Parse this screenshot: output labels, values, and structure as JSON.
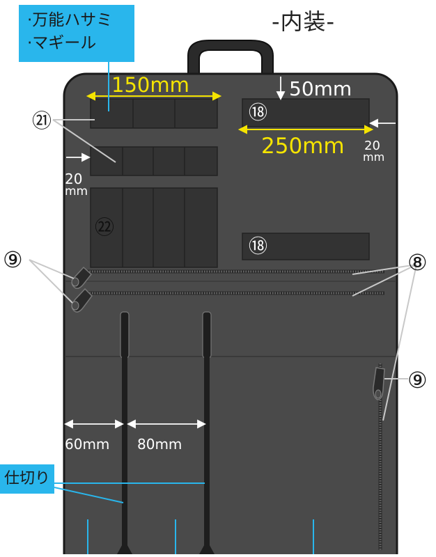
{
  "title": "-内装-",
  "tool_label": {
    "line1": "·万能ハサミ",
    "line2": "·マギール"
  },
  "divider_label": "仕切り",
  "dimensions": {
    "top_width": "150mm",
    "top_margin": "50mm",
    "pocket_width": "250mm",
    "right_margin_num": "20",
    "right_margin_unit": "mm",
    "left_margin_num": "20",
    "left_margin_unit": "mm",
    "divider_left": "60mm",
    "divider_gap": "80mm"
  },
  "callouts": {
    "c21": "㉑",
    "c22": "㉒",
    "c18_top": "⑱",
    "c18_bottom": "⑱",
    "c9_left": "⑨",
    "c9_right": "⑨",
    "c8": "⑧"
  },
  "colors": {
    "case_body": "#4a4a4a",
    "pocket": "#333333",
    "highlight_yellow": "#f5e400",
    "label_blue": "#29b6ec",
    "zipper": "#222222"
  }
}
